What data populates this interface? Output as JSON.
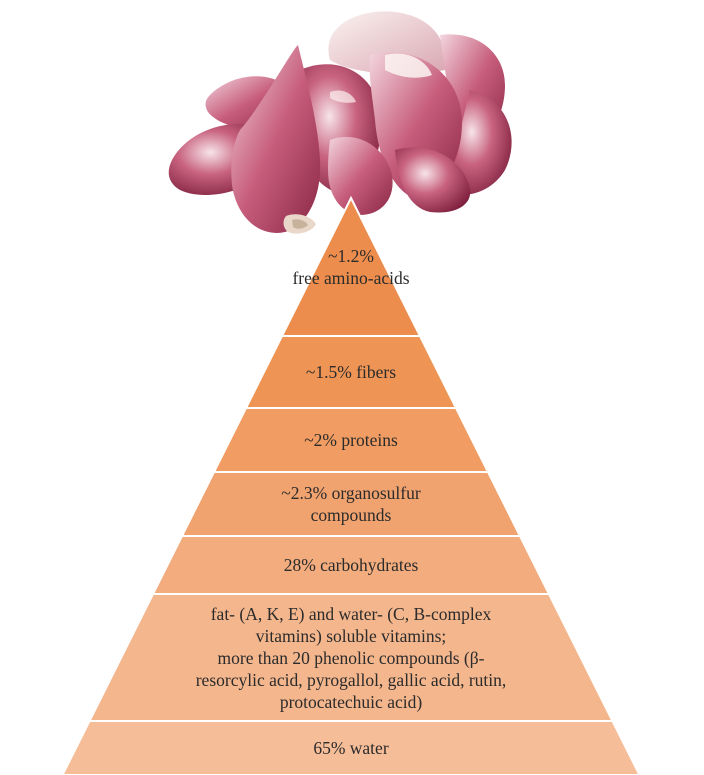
{
  "pyramid": {
    "illustration": "garlic-bulb-and-cloves",
    "tiers": [
      {
        "lines": [
          "~1.2%",
          "free amino-acids"
        ],
        "color": "#ec8d4d"
      },
      {
        "lines": [
          "~1.5% fibers"
        ],
        "color": "#ee9455"
      },
      {
        "lines": [
          "~2% proteins"
        ],
        "color": "#f09c62"
      },
      {
        "lines": [
          "~2.3% organosulfur",
          "compounds"
        ],
        "color": "#f1a36f"
      },
      {
        "lines": [
          "28% carbohydrates"
        ],
        "color": "#f2ac7d"
      },
      {
        "lines": [
          "fat- (A, K, E) and water- (C, B-complex",
          "vitamins) soluble vitamins;",
          "more than  20 phenolic compounds (β-",
          "resorcylic acid, pyrogallol, gallic acid, rutin,",
          "protocatechuic acid)"
        ],
        "color": "#f4b68d"
      },
      {
        "lines": [
          "65% water"
        ],
        "color": "#f5bd98"
      }
    ]
  }
}
